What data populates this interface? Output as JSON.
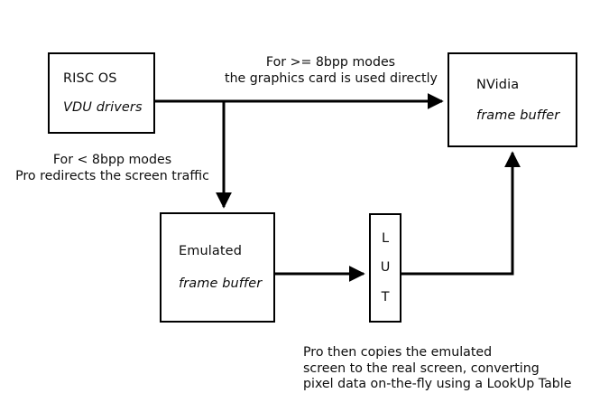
{
  "diagram": {
    "title": "RISC OS VDU / graphics card data path",
    "background_color": "#ffffff",
    "stroke_color": "#000000",
    "text_color": "#0d0d0d",
    "nodes": {
      "risc_os": {
        "line_1": "RISC OS",
        "line_2": "VDU drivers"
      },
      "nvidia": {
        "line_1": "NVidia",
        "line_2": "frame buffer"
      },
      "emulated": {
        "line_1": "Emulated",
        "line_2": "frame buffer"
      },
      "lut": {
        "letters": [
          "L",
          "U",
          "T"
        ],
        "expansion": "LookUp Table"
      }
    },
    "captions": {
      "ge_8bpp": "For >= 8bpp modes\nthe graphics card is used directly",
      "lt_8bpp": "For < 8bpp modes\nPro redirects the screen traffic",
      "lut_note": "Pro then copies the emulated\nscreen to the real screen, converting\npixel data on-the-fly using a LookUp Table"
    },
    "edges": [
      {
        "name": "risc-os-to-nvidia",
        "from": "risc_os",
        "to": "nvidia",
        "label": "For >= 8bpp modes\nthe graphics card is used directly",
        "arrowhead": "right"
      },
      {
        "name": "risc-os-to-emulated",
        "from": "risc_os",
        "to": "emulated",
        "label": "For < 8bpp modes\nPro redirects the screen traffic",
        "arrowhead": "down"
      },
      {
        "name": "emulated-to-lut",
        "from": "emulated",
        "to": "lut",
        "label": "",
        "arrowhead": "right"
      },
      {
        "name": "lut-to-nvidia",
        "from": "lut",
        "to": "nvidia",
        "label": "Pro then copies the emulated\nscreen to the real screen, converting\npixel data on-the-fly using a LookUp Table",
        "arrowhead": "up"
      }
    ]
  }
}
